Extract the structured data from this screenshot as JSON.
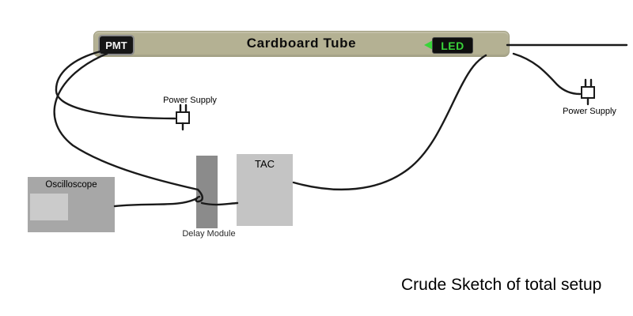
{
  "diagram": {
    "cardboard_tube": {
      "label": "Cardboard Tube"
    },
    "pmt": {
      "label": "PMT"
    },
    "led": {
      "label": "LED"
    },
    "left_power_supply": {
      "label": "Power Supply"
    },
    "right_power_supply": {
      "label": "Power Supply"
    },
    "oscilloscope": {
      "label": "Oscilloscope"
    },
    "delay_module": {
      "label": "Delay Module"
    },
    "tac": {
      "label": "TAC"
    },
    "caption": "Crude Sketch of total setup"
  },
  "colors": {
    "tube_fill": "#b4b193",
    "led_green": "#39d439",
    "device_black": "#141414",
    "oscilloscope_gray": "#a7a7a7",
    "oscilloscope_screen_gray": "#cbcbcb",
    "delay_module_gray": "#8b8b8b",
    "tac_gray": "#c4c4c4",
    "wire_black": "#1a1a1a"
  }
}
